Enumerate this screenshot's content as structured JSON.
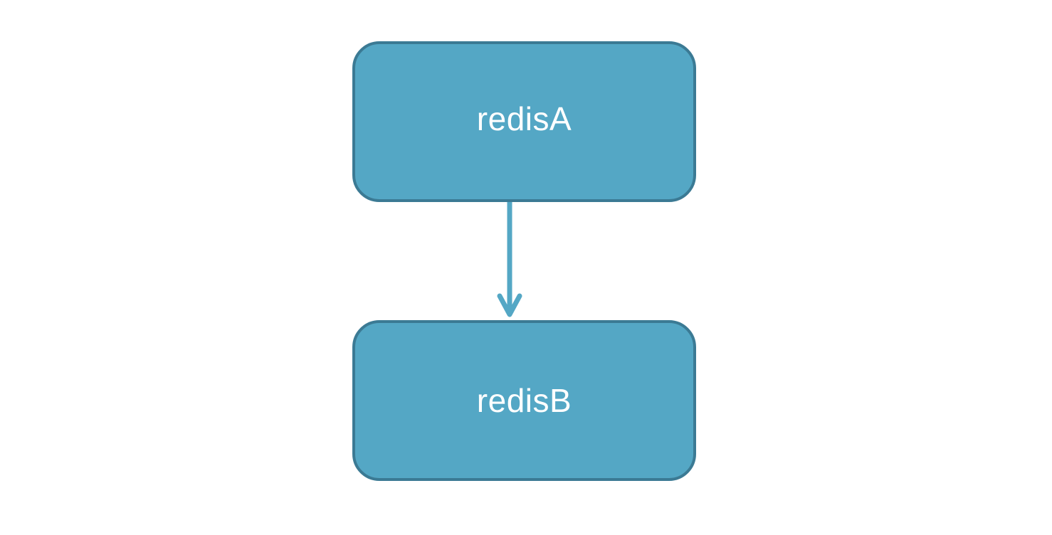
{
  "diagram": {
    "nodes": [
      {
        "id": "a",
        "label": "redisA"
      },
      {
        "id": "b",
        "label": "redisB"
      }
    ],
    "edges": [
      {
        "from": "a",
        "to": "b"
      }
    ]
  },
  "colors": {
    "node_fill": "#54a7c5",
    "node_border": "#3b7a94",
    "arrow": "#54a7c5",
    "label_text": "#ffffff"
  }
}
